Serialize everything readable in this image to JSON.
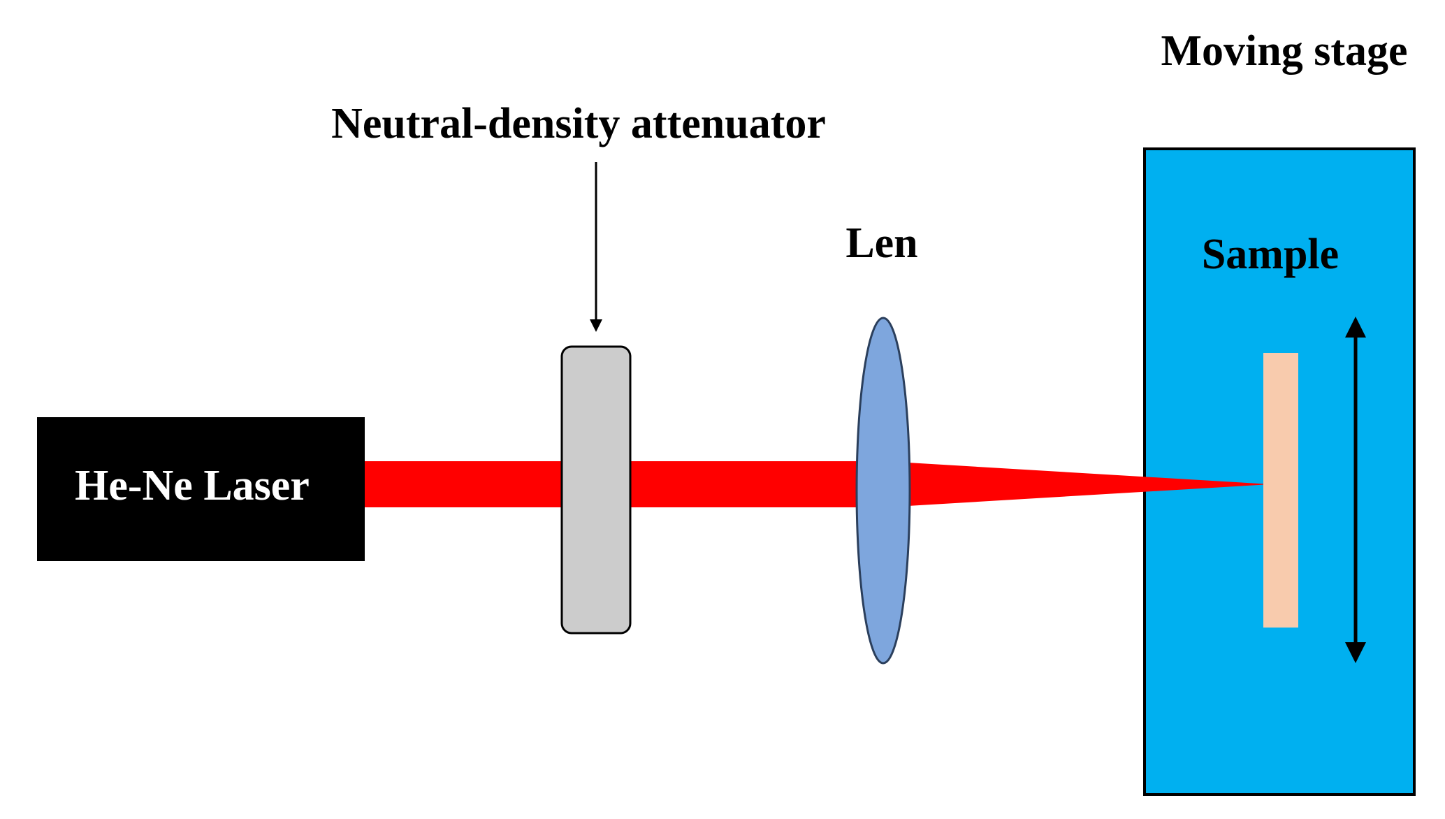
{
  "labels": {
    "laser": "He-Ne Laser",
    "attenuator": "Neutral-density attenuator",
    "lens": "Len",
    "stage": "Moving stage",
    "sample": "Sample"
  },
  "colors": {
    "background": "#ffffff",
    "laser_body": "#000000",
    "laser_text": "#ffffff",
    "beam": "#ff0000",
    "attenuator_fill": "#cccccc",
    "lens_fill": "#7ea6dd",
    "lens_stroke": "#2b3f5c",
    "stage_fill": "#00b0f0",
    "sample_fill": "#f8cbad",
    "outline": "#000000"
  },
  "icons": {
    "attenuator_pointer": "arrow-down-icon",
    "stage_motion": "double-arrow-vertical-icon"
  }
}
